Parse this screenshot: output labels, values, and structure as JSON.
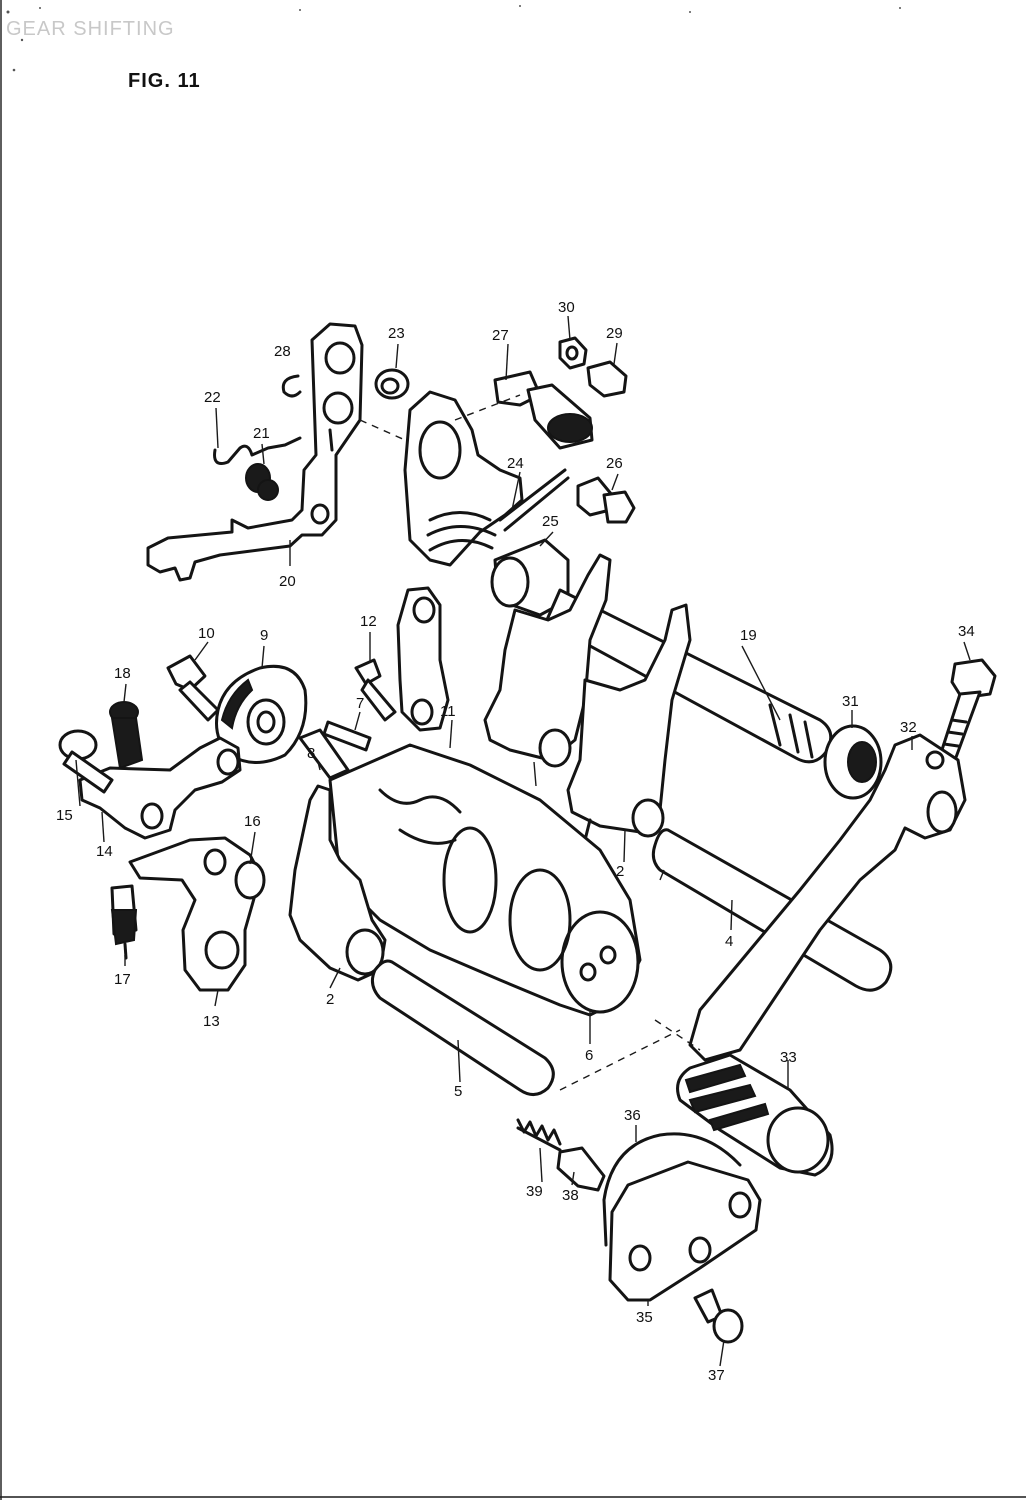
{
  "header": {
    "section_title": "GEAR SHIFTING",
    "figure_label": "FIG. 11"
  },
  "callouts": {
    "c2a": "2",
    "c2b": "2",
    "c4": "4",
    "c5": "5",
    "c6": "6",
    "c7": "7",
    "c8": "8",
    "c9": "9",
    "c10": "10",
    "c11": "11",
    "c12": "12",
    "c13": "13",
    "c14": "14",
    "c15": "15",
    "c16": "16",
    "c17": "17",
    "c18": "18",
    "c19": "19",
    "c20": "20",
    "c21": "21",
    "c22": "22",
    "c23": "23",
    "c24": "24",
    "c25": "25",
    "c26": "26",
    "c27": "27",
    "c28": "28",
    "c29": "29",
    "c30": "30",
    "c31": "31",
    "c32": "32",
    "c33": "33",
    "c34": "34",
    "c35": "35",
    "c36": "36",
    "c37": "37",
    "c38": "38",
    "c39": "39"
  }
}
